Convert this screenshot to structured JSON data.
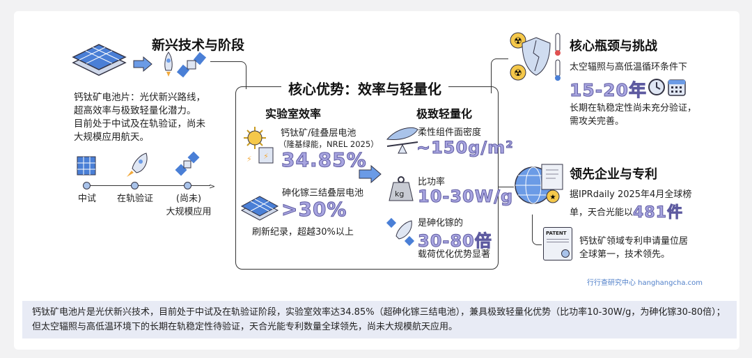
{
  "left": {
    "title": "新兴技术与阶段",
    "desc": [
      "钙钛矿电池片：光伏新兴路线，",
      "超高效率与极致轻量化潜力。",
      "目前处于中试及在轨验证，尚未",
      "大规模应用航天。"
    ],
    "timeline": [
      {
        "label": "中试"
      },
      {
        "label": "在轨验证"
      },
      {
        "label": "(尚未)",
        "label2": "大规模应用"
      }
    ]
  },
  "center": {
    "title": "核心优势：效率与轻量化",
    "efficiency": {
      "heading": "实验室效率",
      "item1_name": "钙钛矿/硅叠层电池",
      "item1_source": "（隆基绿能，NREL 2025）",
      "item1_value": "34.85%",
      "item2_name": "砷化镓三结叠层电池",
      "item2_value": ">30%",
      "note": "刷新纪录，超越30%以上"
    },
    "lightweight": {
      "heading": "极致轻量化",
      "density_label": "柔性组件面密度",
      "density_value": "~150g/m²",
      "power_label": "比功率",
      "power_value": "10-30W/g",
      "kg_label": "kg",
      "ratio_label": "是砷化镓的",
      "ratio_value": "30-80倍",
      "ratio_note": "载荷优化优势显著"
    }
  },
  "challenge": {
    "title": "核心瓶颈与挑战",
    "line1": "太空辐照与高低温循环条件下",
    "value": "15-20年",
    "desc": [
      "长期在轨稳定性尚未充分验证，",
      "需攻关完善。"
    ]
  },
  "patent": {
    "title": "领先企业与专利",
    "line1": "据IPRdaily 2025年4月全球榜",
    "line2": "单，天合光能以",
    "value": "481件",
    "patent_label": "PATENT",
    "desc": [
      "钙钛矿领域专利申请量位居",
      "全球第一，技术领先。"
    ]
  },
  "watermark": "行行查研究中心  hanghangcha.com",
  "caption": "钙钛矿电池片是光伏新兴技术，目前处于中试及在轨验证阶段，实验室效率达34.85%（超砷化镓三结电池），兼具极致轻量化优势（比功率10-30W/g，为砷化镓30-80倍）；但太空辐照与高低温环境下的长期在轨稳定性待验证，天合光能专利数量全球领先，尚未大规模航天应用。",
  "colors": {
    "accent": "#a8a5e0",
    "panel": "#4a7fd6",
    "caption_bg": "#e8ebf5"
  }
}
